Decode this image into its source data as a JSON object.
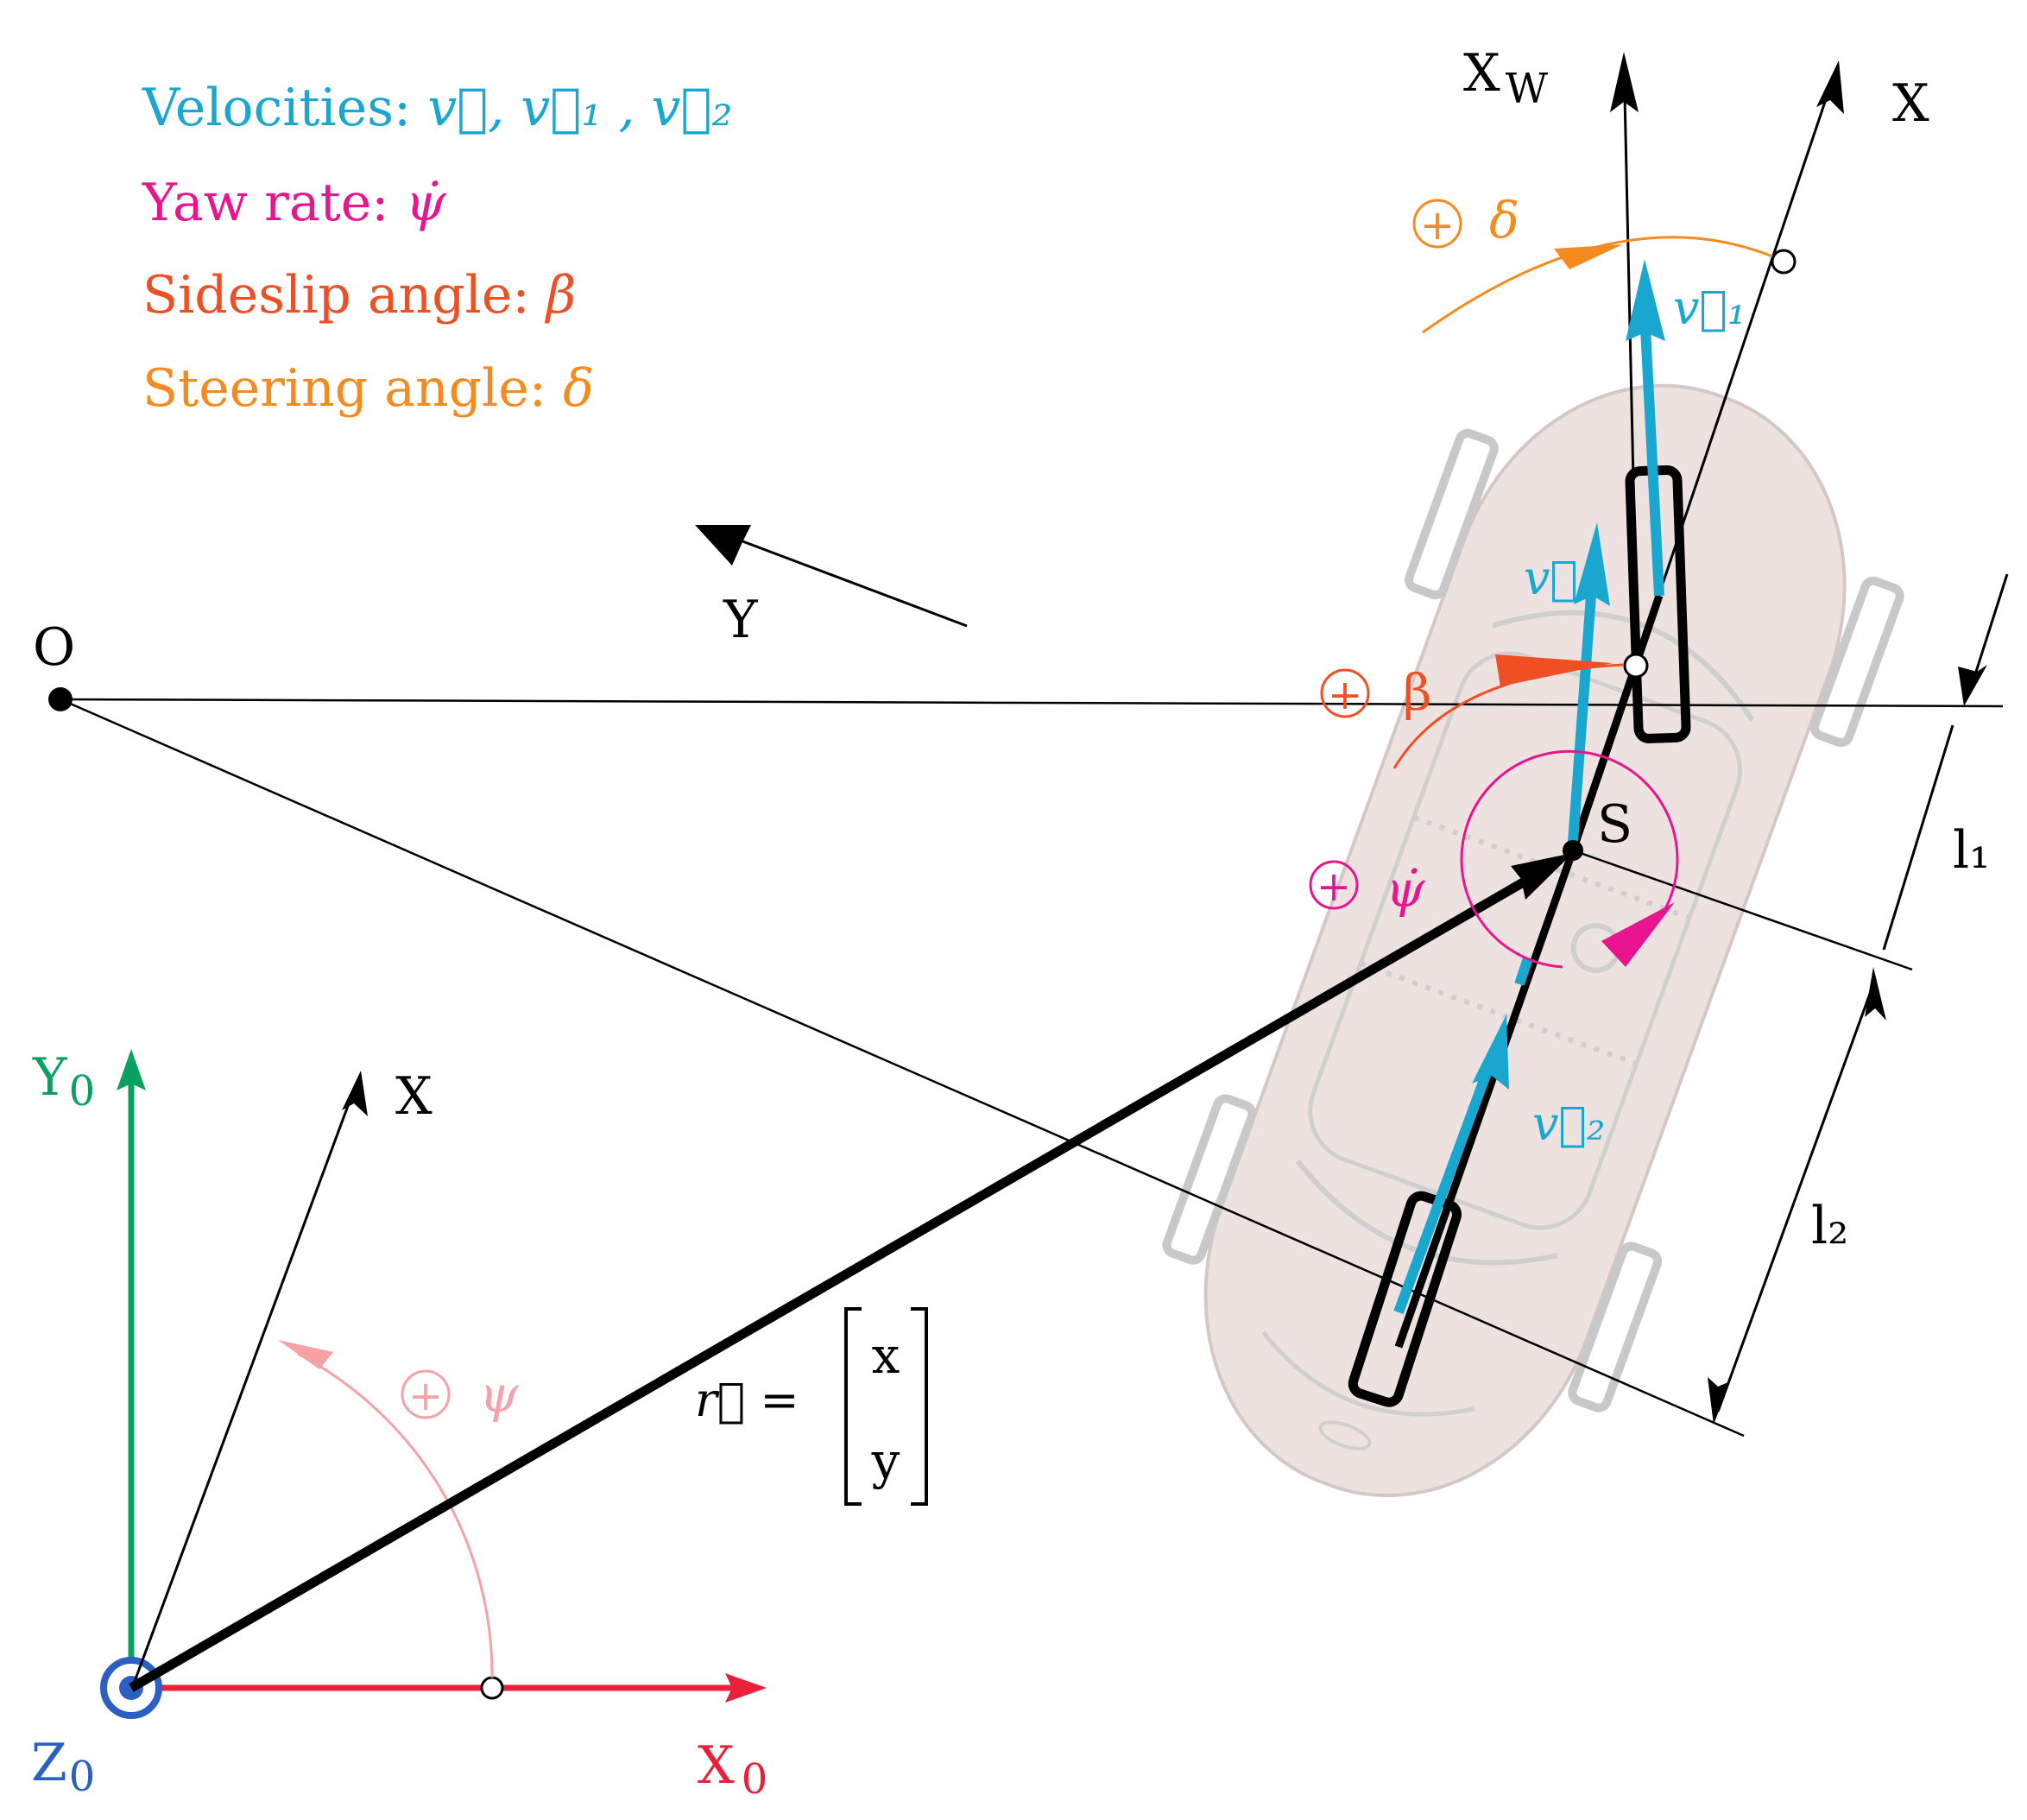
{
  "legend": {
    "velocities_label": "Velocities:",
    "velocities_symbols": "v⃗, v⃗₁ , v⃗₂",
    "yaw_label": "Yaw rate:",
    "yaw_symbol": "ψ̇",
    "sideslip_label": "Sideslip angle:",
    "sideslip_symbol": "β",
    "steering_label": "Steering angle:",
    "steering_symbol": "δ"
  },
  "labels": {
    "origin": "O",
    "cog": "S",
    "vehicle_x_top": "X",
    "vehicle_y": "Y",
    "wheel_x": "X",
    "wheel_x_sub": "W",
    "vehicle_x_bottom": "X",
    "global_x": "X",
    "global_x_sub": "0",
    "global_y": "Y",
    "global_y_sub": "0",
    "global_z": "Z",
    "global_z_sub": "0",
    "v": "v⃗",
    "v1": "v⃗₁",
    "v2": "v⃗₂",
    "l1": "l₁",
    "l2": "l₂",
    "plus": "+",
    "delta": "δ",
    "beta": "β",
    "psi_dot": "ψ̇",
    "psi": "ψ",
    "r_vec": "r⃗ =",
    "r_x": "x",
    "r_y": "y"
  },
  "colors": {
    "velocity": "#1aa7cf",
    "yaw": "#e8158f",
    "sideslip": "#f04e23",
    "steering": "#f58a1f",
    "global_x": "#e8203a",
    "global_y": "#0aa060",
    "global_z": "#2b5fc4",
    "psi": "#f7a0a6",
    "car_fill": "#eee2e1",
    "car_line": "#c9c9c9"
  }
}
